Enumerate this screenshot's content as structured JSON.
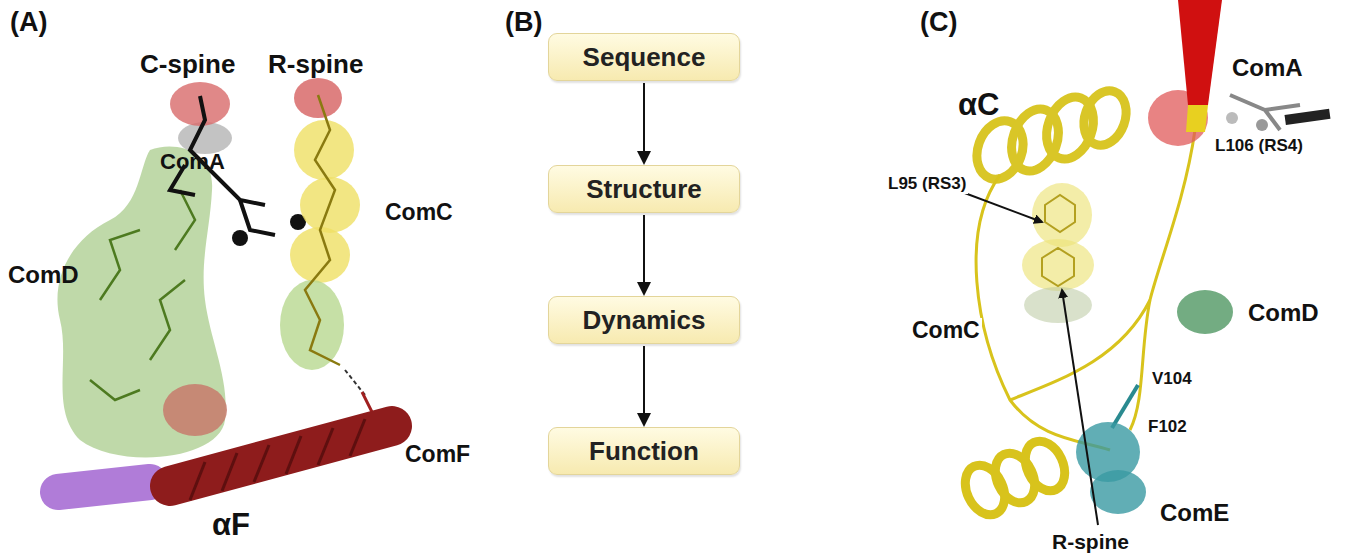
{
  "diagram": {
    "nodes": [
      {
        "text": [
          "Sequence"
        ]
      },
      {
        "text": [
          "Structure"
        ]
      },
      {
        "text": [
          "Dynamics"
        ]
      },
      {
        "text": [
          "Function"
        ]
      }
    ],
    "edges": [
      {
        "from": 0,
        "to": 1,
        "arrow": "to"
      },
      {
        "from": 1,
        "to": 2,
        "arrow": "to"
      },
      {
        "from": 2,
        "to": 3,
        "arrow": "to"
      }
    ],
    "labels": [
      "(A)",
      "C-spine",
      "R-spine",
      "ComA",
      "ComD",
      "ComC",
      "ComF",
      "αF",
      "(B)",
      "(C)",
      "ComA",
      "αC",
      "L106 (RS4)",
      "L95 (RS3)",
      "ComC",
      "V104",
      "ComD",
      "F102",
      "ComE",
      "R-spine"
    ]
  }
}
